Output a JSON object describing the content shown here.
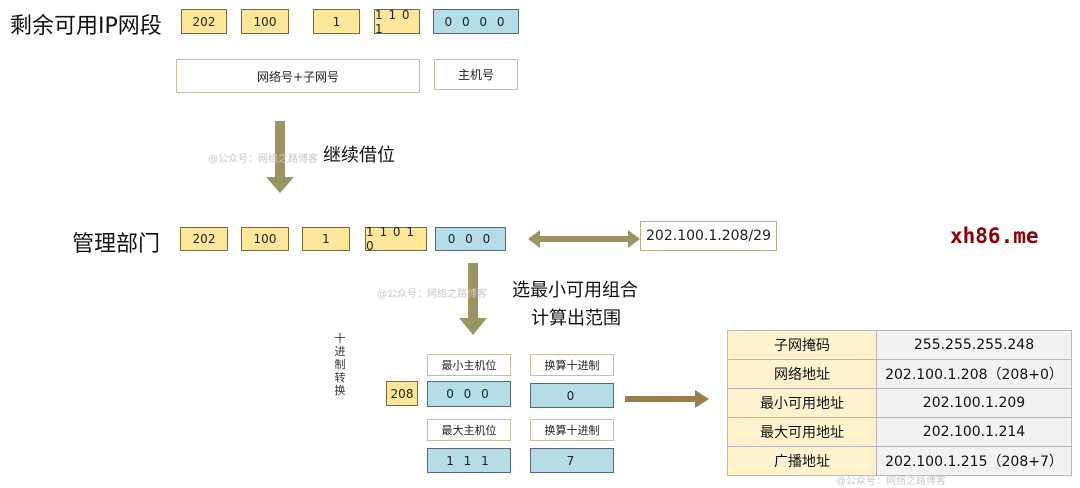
{
  "colors": {
    "network_bits": "#ffe699",
    "host_bits": "#b4dde8",
    "arrow_down": "#9a9460",
    "arrow_right": "#9a7d4a",
    "brand": "#8b0000"
  },
  "remaining": {
    "title": "剩余可用IP网段",
    "octets": [
      "202",
      "100",
      "1",
      "1 1 0 1",
      "0 0 0 0"
    ],
    "network_subnet_label": "网络号+子网号",
    "host_label": "主机号"
  },
  "borrow_note": "继续借位",
  "management": {
    "title": "管理部门",
    "octets": [
      "202",
      "100",
      "1",
      "1 1 0 1 0",
      "0 0 0"
    ],
    "cidr": "202.100.1.208/29"
  },
  "brand": "xh86.me",
  "compute_note": [
    "选最小可用组合",
    "计算出范围"
  ],
  "decimal_conversion_label": [
    "十",
    "进",
    "制",
    "转",
    "换"
  ],
  "conversion": {
    "base_value": "208",
    "min_host_label": "最小主机位",
    "min_host_bits": "0 0 0",
    "min_convert_label": "换算十进制",
    "min_decimal": "0",
    "max_host_label": "最大主机位",
    "max_host_bits": "1 1 1",
    "max_convert_label": "换算十进制",
    "max_decimal": "7"
  },
  "result_table": [
    {
      "key": "子网掩码",
      "value": "255.255.255.248"
    },
    {
      "key": "网络地址",
      "value": "202.100.1.208（208+0）"
    },
    {
      "key": "最小可用地址",
      "value": "202.100.1.209"
    },
    {
      "key": "最大可用地址",
      "value": "202.100.1.214"
    },
    {
      "key": "广播地址",
      "value": "202.100.1.215（208+7）"
    }
  ],
  "watermark": "@公众号：网络之路博客"
}
